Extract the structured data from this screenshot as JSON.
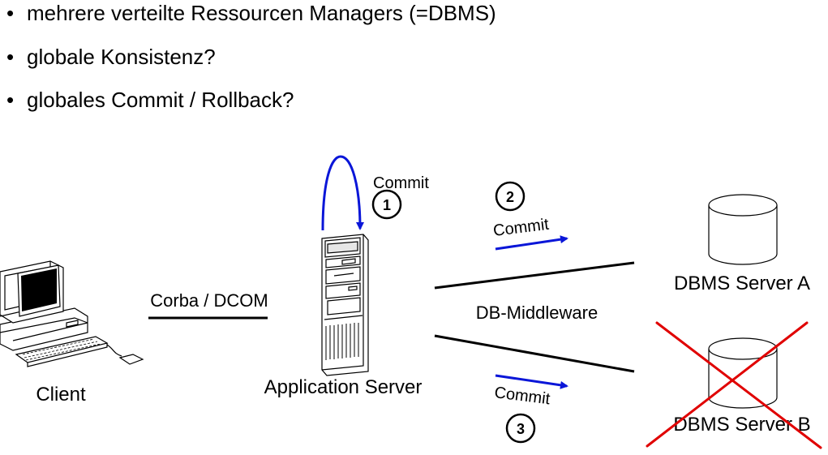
{
  "bullets": [
    "mehrere verteilte Ressourcen Managers (=DBMS)",
    "globale Konsistenz?",
    "globales Commit / Rollback?"
  ],
  "bullet_marker": "•",
  "labels": {
    "client": "Client",
    "protocol": "Corba / DCOM",
    "app_server": "Application Server",
    "middleware": "DB-Middleware",
    "server_a": "DBMS Server A",
    "server_b": "DBMS Server B"
  },
  "steps": [
    {
      "number": "1",
      "label": "Commit"
    },
    {
      "number": "2",
      "label": "Commit"
    },
    {
      "number": "3",
      "label": "Commit"
    }
  ],
  "colors": {
    "arrow": "#0a16d8",
    "failure_cross": "#e00000",
    "line": "#000000"
  }
}
